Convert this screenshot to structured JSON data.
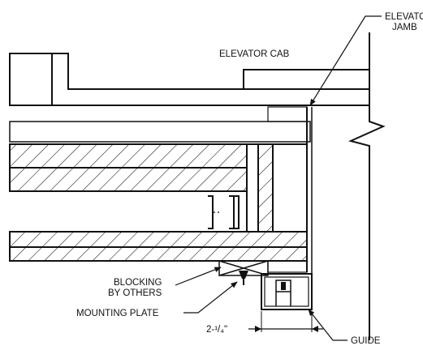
{
  "labels": {
    "elevator_jamb_line1": "ELEVATOR",
    "elevator_jamb_line2": "JAMB",
    "elevator_cab": "ELEVATOR CAB",
    "blocking_line1": "BLOCKING",
    "blocking_line2": "BY OTHERS",
    "mounting_plate": "MOUNTING PLATE",
    "dimension": "2-¹/₄\"",
    "guide": "GUIDE"
  },
  "colors": {
    "line": "#111111",
    "background": "#ffffff"
  }
}
